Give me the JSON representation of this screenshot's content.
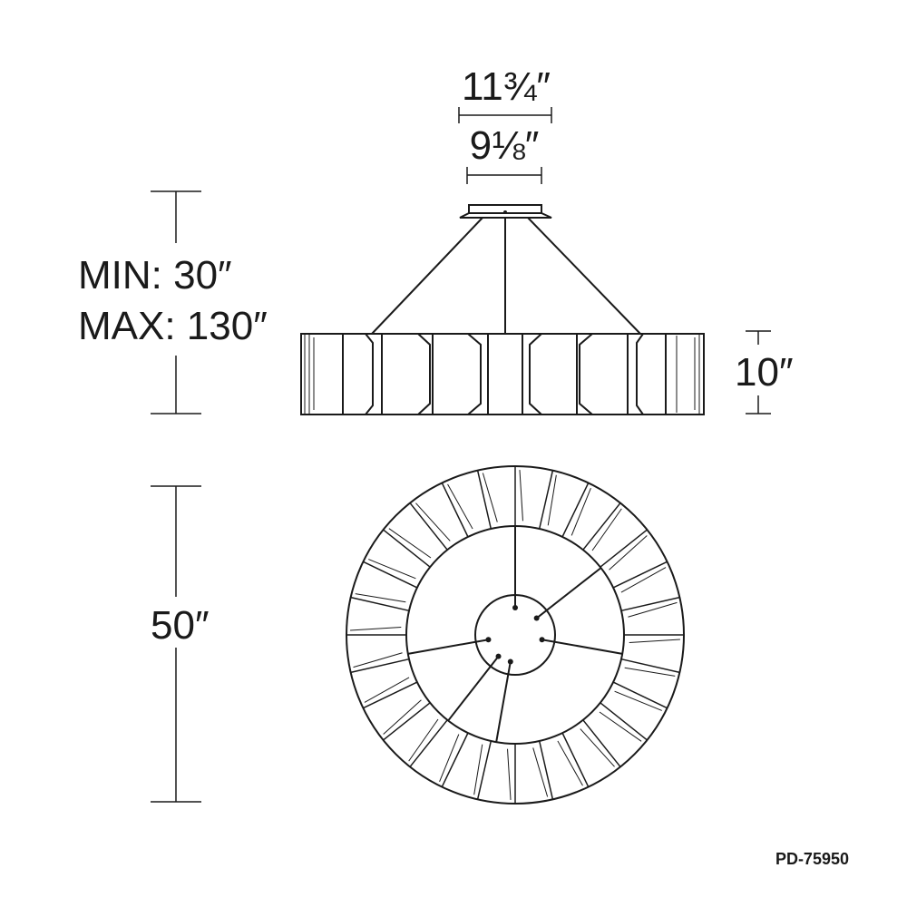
{
  "dimensions": {
    "canopy_outer_width": "11¾″",
    "canopy_inner_width": "9⅛″",
    "height_min": "MIN: 30″",
    "height_max": "MAX: 130″",
    "fixture_height": "10″",
    "diameter": "50″"
  },
  "model_number": "PD-75950",
  "colors": {
    "line": "#1a1a1a",
    "background": "#ffffff"
  }
}
